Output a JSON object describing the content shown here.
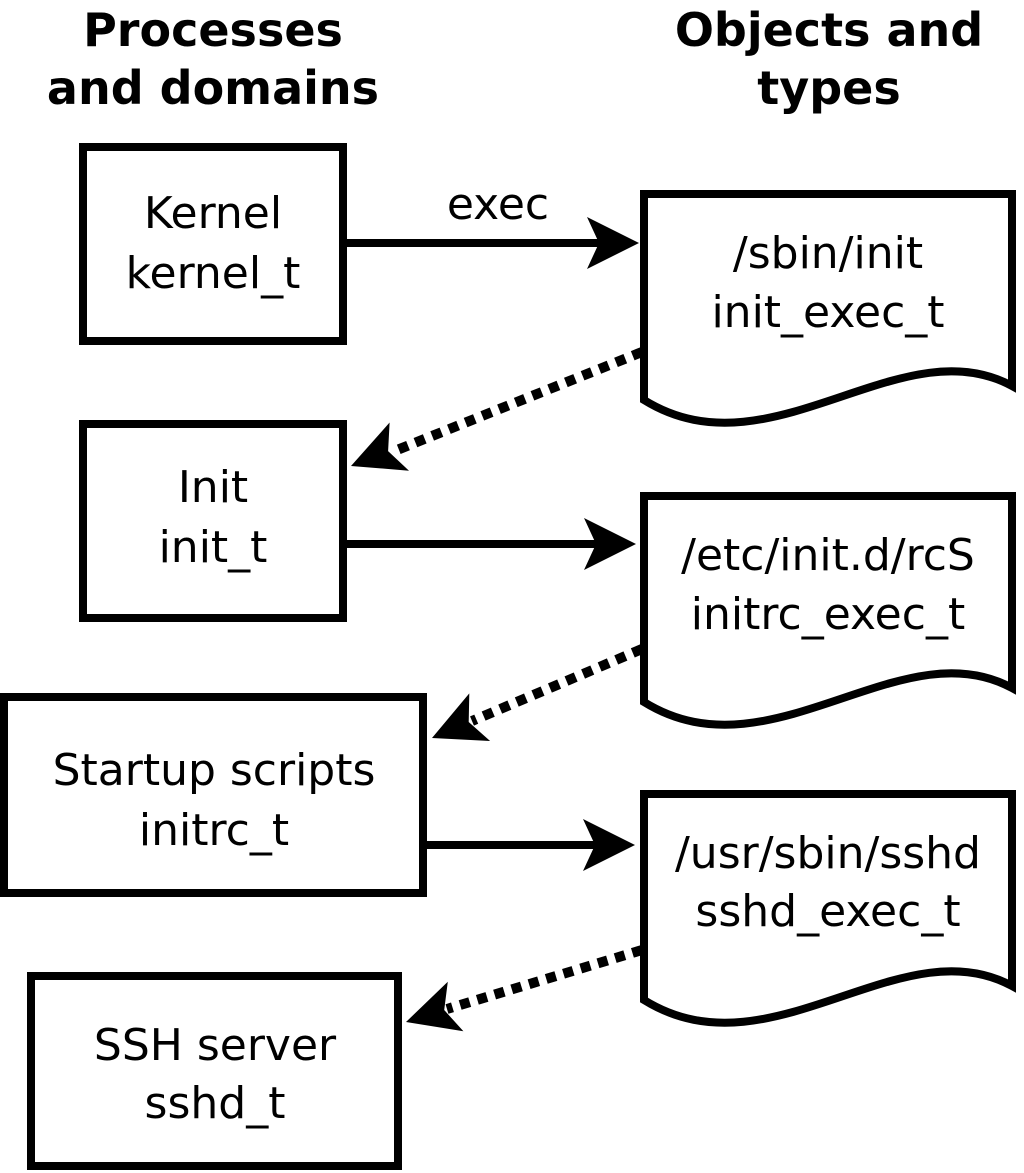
{
  "page": {
    "background_color": "#ffffff",
    "line_color": "#000000"
  },
  "headers": {
    "left": {
      "line1": "Processes",
      "line2": "and domains"
    },
    "right": {
      "line1": "Objects and",
      "line2": "types"
    }
  },
  "process_nodes": [
    {
      "name": "Kernel",
      "type": "kernel_t"
    },
    {
      "name": "Init",
      "type": "init_t"
    },
    {
      "name": "Startup scripts",
      "type": "initrc_t"
    },
    {
      "name": "SSH server",
      "type": "sshd_t"
    }
  ],
  "object_nodes": [
    {
      "path": "/sbin/init",
      "type": "init_exec_t"
    },
    {
      "path": "/etc/init.d/rcS",
      "type": "initrc_exec_t"
    },
    {
      "path": "/usr/sbin/sshd",
      "type": "sshd_exec_t"
    }
  ],
  "edge_labels": {
    "exec": "exec"
  }
}
